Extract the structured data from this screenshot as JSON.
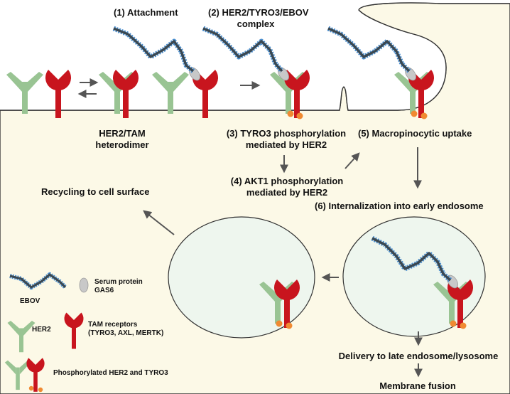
{
  "steps": {
    "attachment": "(1) Attachment",
    "complex_line1": "(2) HER2/TYRO3/EBOV",
    "complex_line2": "complex",
    "tyro3_line1": "(3) TYRO3 phosphorylation",
    "tyro3_line2": "mediated by HER2",
    "akt1_line1": "(4) AKT1 phosphorylation",
    "akt1_line2": "mediated by HER2",
    "macro": "(5) Macropinocytic uptake",
    "internal": "(6) Internalization into early endosome"
  },
  "labels": {
    "heterodimer_line1": "HER2/TAM",
    "heterodimer_line2": "heterodimer",
    "recycling": "Recycling to cell surface",
    "late_endosome": "Delivery to late endosome/lysosome",
    "fusion": "Membrane fusion"
  },
  "legend": {
    "ebov": "EBOV",
    "gas6_line1": "Serum protein",
    "gas6_line2": "GAS6",
    "her2": "HER2",
    "tam_line1": "TAM receptors",
    "tam_line2": "(TYRO3, AXL, MERTK)",
    "phospho": "Phosphorylated HER2 and TYRO3"
  },
  "colors": {
    "cytoplasm": "#fcf9e7",
    "endosome": "#eef6ee",
    "her2": "#99c493",
    "tam": "#c8151e",
    "phospho_dot": "#f08a32",
    "virus_core": "#3a4852",
    "virus_dots": "#4a8fd0",
    "gas6": "#c8c8c8",
    "arrow": "#555555"
  }
}
